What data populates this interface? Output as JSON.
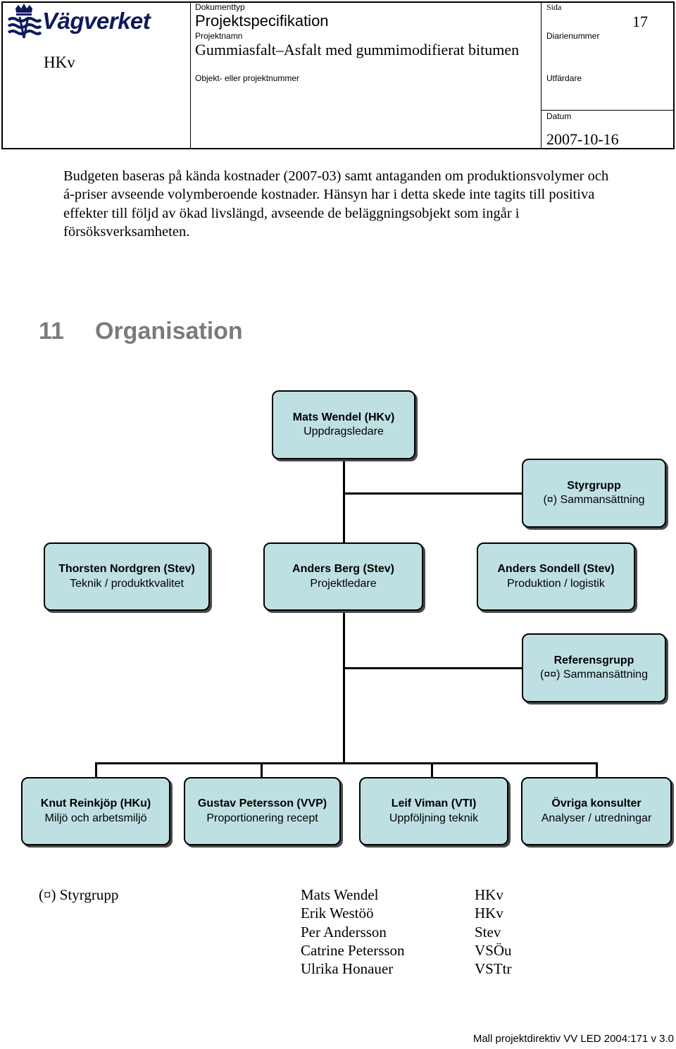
{
  "header": {
    "logo_text": "Vägverket",
    "unit": "HKv",
    "document_type_label": "Dokumenttyp",
    "document_type": "Projektspecifikation",
    "page_label": "Sida",
    "page_number": "17",
    "project_name_label": "Projektnamn",
    "project_name": "Gummiasfalt–Asfalt med gummimodifierat bitumen",
    "diary_number_label": "Diarienummer",
    "object_number_label": "Objekt- eller projektnummer",
    "issuer_label": "Utfärdare",
    "date_label": "Datum",
    "date": "2007-10-16"
  },
  "body": {
    "paragraph_lines": [
      "Budgeten baseras på kända kostnader (2007-03)  samt antaganden om produktionsvolymer och",
      "á-priser avseende volymberoende kostnader. Hänsyn har i detta skede inte tagits till positiva",
      "effekter till följd av ökad livslängd, avseende de beläggningsobjekt som ingår i",
      "försöksverksamheten."
    ],
    "section_number": "11",
    "section_title": "Organisation"
  },
  "org_chart": {
    "top": {
      "name": "Mats Wendel (HKv)",
      "role": "Uppdragsledare"
    },
    "steering": {
      "name": "Styrgrupp",
      "role": "(¤) Sammansättning"
    },
    "middle": [
      {
        "name": "Thorsten Nordgren (Stev)",
        "role": "Teknik / produktkvalitet"
      },
      {
        "name": "Anders Berg (Stev)",
        "role": "Projektledare"
      },
      {
        "name": "Anders Sondell (Stev)",
        "role": "Produktion / logistik"
      }
    ],
    "reference": {
      "name": "Referensgrupp",
      "role": "(¤¤) Sammansättning"
    },
    "bottom": [
      {
        "name": "Knut Reinkjöp (HKu)",
        "role": "Miljö och arbetsmiljö"
      },
      {
        "name": "Gustav Petersson (VVP)",
        "role": "Proportionering recept"
      },
      {
        "name": "Leif Viman (VTI)",
        "role": "Uppföljning teknik"
      },
      {
        "name": "Övriga konsulter",
        "role": "Analyser / utredningar"
      }
    ]
  },
  "styrgrupp": {
    "label": "(¤) Styrgrupp",
    "members": [
      {
        "name": "Mats Wendel",
        "org": "HKv"
      },
      {
        "name": "Erik Westöö",
        "org": "HKv"
      },
      {
        "name": "Per Andersson",
        "org": "Stev"
      },
      {
        "name": "Catrine Petersson",
        "org": "VSÖu"
      },
      {
        "name": "Ulrika Honauer",
        "org": "VSTtr"
      }
    ]
  },
  "footer": {
    "template": "Mall projektdirektiv VV LED 2004:171 v 3.0"
  }
}
